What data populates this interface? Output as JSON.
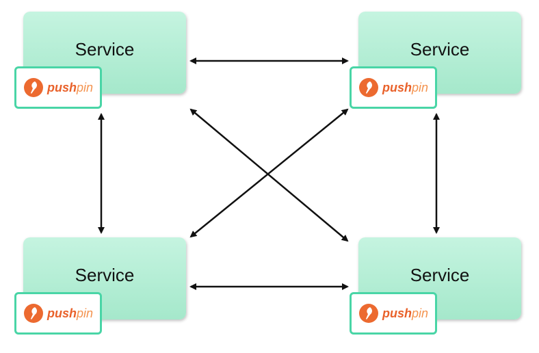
{
  "nodes": [
    {
      "service_label": "Service",
      "logo_strong": "push",
      "logo_light": "pin"
    },
    {
      "service_label": "Service",
      "logo_strong": "push",
      "logo_light": "pin"
    },
    {
      "service_label": "Service",
      "logo_strong": "push",
      "logo_light": "pin"
    },
    {
      "service_label": "Service",
      "logo_strong": "push",
      "logo_light": "pin"
    }
  ],
  "colors": {
    "service_fill": "#b3eed5",
    "badge_border": "#49d5a6",
    "brand_orange": "#e9612a",
    "arrow": "#111111"
  },
  "icons": [
    "pushpin-logo-icon"
  ]
}
